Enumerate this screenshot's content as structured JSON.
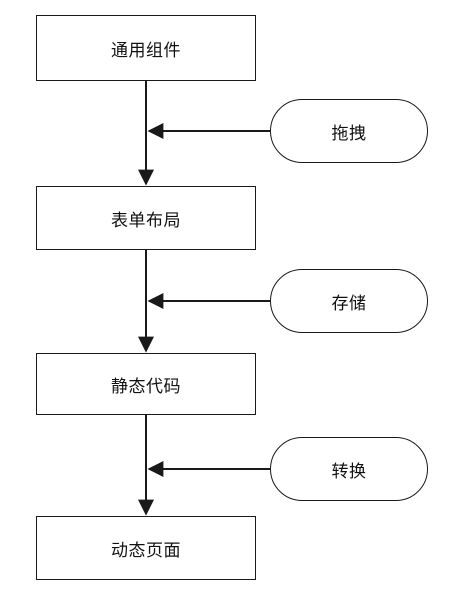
{
  "flow": {
    "steps": [
      {
        "label": "通用组件"
      },
      {
        "label": "表单布局"
      },
      {
        "label": "静态代码"
      },
      {
        "label": "动态页面"
      }
    ],
    "inputs": [
      {
        "label": "拖拽"
      },
      {
        "label": "存储"
      },
      {
        "label": "转换"
      }
    ]
  },
  "colors": {
    "stroke": "#1a1a1a",
    "background": "#ffffff",
    "text": "#111111"
  }
}
